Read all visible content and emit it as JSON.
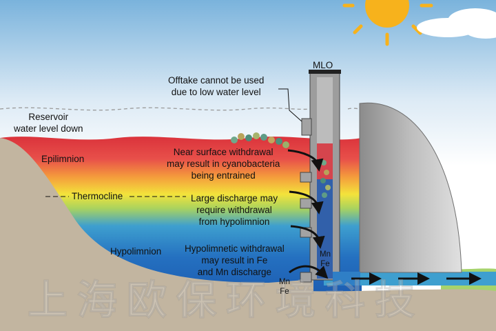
{
  "labels": {
    "mlo": "MLO",
    "offtake": "Offtake cannot be used\ndue to low water level",
    "reservoir": "Reservoir\nwater level down",
    "epilimnion": "Epilimnion",
    "thermocline": "Thermocline",
    "hypolimnion": "Hypolimnion",
    "near_surface": "Near surface withdrawal\nmay result in cyanobacteria\nbeing entrained",
    "large_discharge": "Large discharge may\nrequire withdrawal\nfrom hypolimnion",
    "hypolimnetic": "Hypolimnetic withdrawal\nmay result in Fe\nand Mn discharge",
    "mn_fe_upper": "Mn\nFe",
    "mn_fe_lower": "Mn\nFe"
  },
  "watermark": "上海欧保环境科技",
  "colors": {
    "sky_top": "#7ab3dc",
    "epilimnion": "#d9303a",
    "thermocline": "#f3e33b",
    "hypolimnion": "#1f63b5",
    "ground": "#c2b5a0",
    "dam": "#a9a9a9",
    "sun": "#f7b21c",
    "grass": "#a6d36c"
  }
}
